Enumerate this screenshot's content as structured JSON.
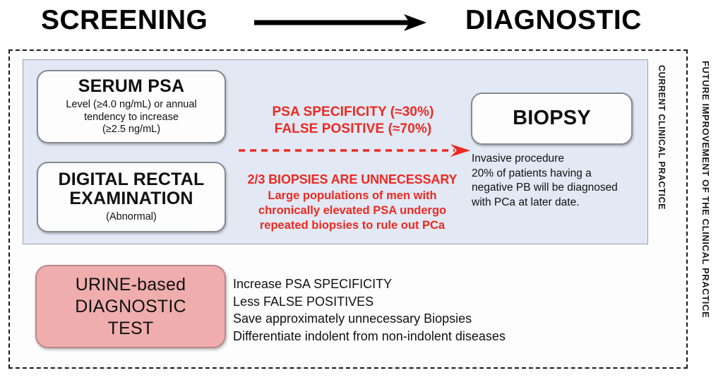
{
  "header": {
    "left_label": "SCREENING",
    "right_label": "DIAGNOSTIC",
    "arrow_icon": "right-arrow-icon"
  },
  "frames": {
    "outer_label": "FUTURE IMPROVEMENT OF THE CLINICAL PRACTICE",
    "inner_label": "CURRENT CLINICAL PRACTICE"
  },
  "boxes": {
    "serum_psa": {
      "title": "SERUM PSA",
      "line1": "Level (≥4.0 ng/mL) or annual",
      "line2": "tendency to increase",
      "line3": "(≥2.5 ng/mL)"
    },
    "dre": {
      "title_line1": "DIGITAL RECTAL",
      "title_line2": "EXAMINATION",
      "subtitle": "(Abnormal)"
    },
    "biopsy": {
      "title": "BIOPSY",
      "notes": [
        "Invasive procedure",
        "20% of patients having a",
        "negative PB will be diagnosed",
        "with PCa at later date."
      ]
    },
    "urine_test": {
      "title_line1": "URINE-based",
      "title_line2": "DIAGNOSTIC",
      "title_line3": "TEST"
    }
  },
  "annotations": {
    "psa_specificity": "PSA SPECIFICITY (≈30%)",
    "false_positive": "FALSE POSITIVE (≈70%)",
    "unnecessary_headline": "2/3 BIOPSIES ARE UNNECESSARY",
    "unnecessary_body_line1": "Large populations of men with",
    "unnecessary_body_line2": "chronically elevated PSA undergo",
    "unnecessary_body_line3": "repeated biopsies to rule out PCa",
    "flow_arrow_icon": "dashed-right-arrow-icon"
  },
  "benefits": [
    "Increase PSA SPECIFICITY",
    "Less FALSE POSITIVES",
    "Save approximately unnecessary Biopsies",
    "Differentiate indolent from non-indolent diseases"
  ],
  "colors": {
    "accent_red": "#ec2a21",
    "panel_blue": "#e2e8f4",
    "urine_pink": "#efadad",
    "box_border_gray": "#858b90",
    "text_black": "#111111"
  }
}
